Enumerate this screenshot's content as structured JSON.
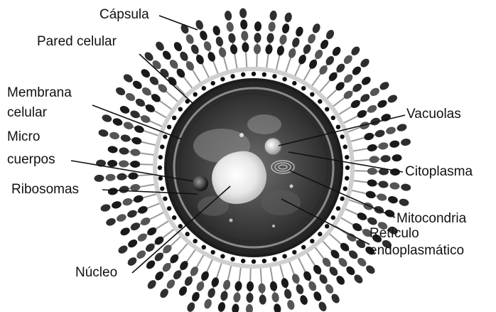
{
  "labels": {
    "capsula": "Cápsula",
    "pared_celular": "Pared celular",
    "membrana_line1": "Membrana",
    "membrana_line2": "celular",
    "micro_line1": "Micro",
    "micro_line2": "cuerpos",
    "ribosomas": "Ribosomas",
    "nucleo": "Núcleo",
    "vacuolas": "Vacuolas",
    "citoplasma": "Citoplasma",
    "mitocondria": "Mitocondria",
    "reticulo_line1": "Retículo",
    "reticulo_line2": "endoplasmático"
  },
  "colors": {
    "capsule_dark": "#1a1a1a",
    "capsule_mid": "#555555",
    "interior": "#3a3a3a",
    "text": "#111111"
  }
}
